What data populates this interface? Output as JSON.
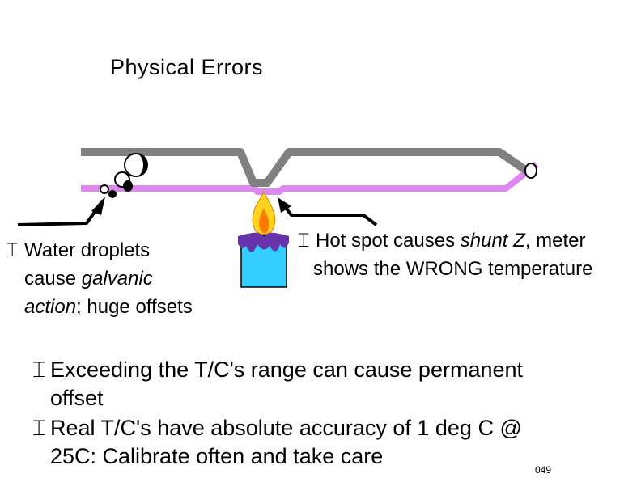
{
  "slide": {
    "title": "Physical Errors",
    "page_number": "049",
    "bullet_glyph": "⌶"
  },
  "notes": {
    "water": {
      "line1": "Water droplets",
      "line2_plain": "cause ",
      "line2_italic": "galvanic",
      "line3_italic": "action",
      "line3_plain": "; huge offsets"
    },
    "hotspot": {
      "line1_plain": "Hot spot causes ",
      "line1_italic": "shunt Z",
      "line1_tail": ", meter",
      "line2": "shows the WRONG temperature"
    }
  },
  "bullets": [
    {
      "line1": "Exceeding the T/C's range can cause permanent",
      "line2": "offset"
    },
    {
      "line1": "Real T/C's have absolute accuracy of 1 deg C @",
      "line2": "25C: Calibrate often and take care"
    }
  ],
  "colors": {
    "wire_gray": "#808080",
    "wire_pink": "#dd88ee",
    "candle_body": "#33ccff",
    "candle_wax": "#6633aa",
    "flame_outer": "#ffd21f",
    "flame_inner": "#ff7a00"
  }
}
